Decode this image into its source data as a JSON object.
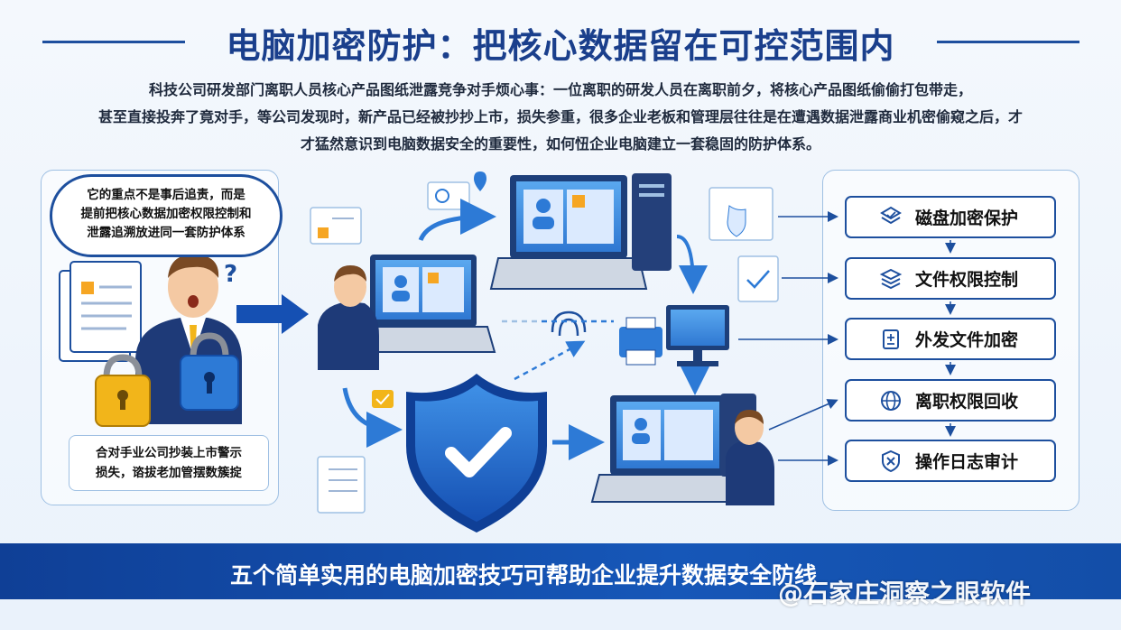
{
  "title": "电脑加密防护：把核心数据留在可控范围内",
  "intro": {
    "line1": "科技公司研发部门离职人员核心产品图纸泄露竞争对手烦心事：一位离职的研发人员在离职前夕，将核心产品图纸偷偷打包带走，",
    "line2": "甚至直接投奔了竟对手，等公司发现时，新产品已经被抄抄上市，损失参重，很多企业老板和管理层往往是在遭遇数据泄露商业机密偷窥之后，才",
    "line3": "才猛然意识到电脑数据安全的重要性，如何忸企业电脑建立一套稳固的防护体系。"
  },
  "bubble": {
    "line1": "它的重点不是事后追责，而是",
    "line2": "提前把核心数据加密权限控制和",
    "line3": "泄露追溯放进同一套防护体系"
  },
  "note": {
    "line1": "合对手业公司抄装上市警示",
    "line2": "损失，谘拔老加管摆数簇掟"
  },
  "steps": [
    {
      "label": "磁盘加密保护",
      "icon": "disk-encryption-icon"
    },
    {
      "label": "文件权限控制",
      "icon": "layers-permission-icon"
    },
    {
      "label": "外发文件加密",
      "icon": "document-lock-icon"
    },
    {
      "label": "离职权限回收",
      "icon": "globe-recycle-icon"
    },
    {
      "label": "操作日志审计",
      "icon": "shield-x-icon"
    }
  ],
  "banner": "五个简单实用的电脑加密技巧可帮助企业提升数据安全防线",
  "watermark": "@石家庄洞察之眼软件",
  "colors": {
    "primary": "#1d4f9e",
    "accent": "#2d7ad6",
    "lock": "#f2b51a",
    "background": "#eef4fb"
  }
}
